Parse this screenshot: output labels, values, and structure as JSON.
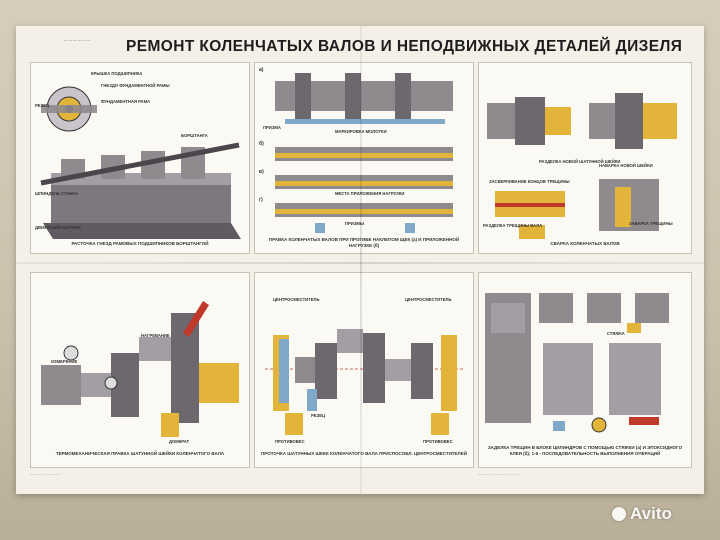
{
  "poster": {
    "title": "РЕМОНТ КОЛЕНЧАТЫХ ВАЛОВ И НЕПОДВИЖНЫХ ДЕТАЛЕЙ ДИЗЕЛЯ",
    "markers": {
      "a": "а)",
      "b": "б)",
      "v": "в)",
      "g": "г)"
    }
  },
  "panels": {
    "p1": {
      "caption": "РАСТОЧКА ГНЕЗД РАМОВЫХ ПОДШИПНИКОВ БОРШТАНГОЙ",
      "labels": [
        "КРЫШКА ПОДШИПНИКА",
        "ГНЕЗДО ФУНДАМЕНТНОЙ РАМЫ",
        "ФУНДАМЕНТНАЯ РАМА",
        "РЕЗЕЦ",
        "БОРШТАНГА",
        "ШПИНДЕЛЬ СТАНКА",
        "ДВИЖУЩИЙ ШАРНИР"
      ]
    },
    "p2": {
      "caption": "ПРАВКА КОЛЕНЧАТЫХ ВАЛОВ ПРИ ПРОГИБЕ НАКЛЕПОМ ЩЕК (а) И ПРИЛОЖЕННОЙ НАГРУЗКЕ (б)",
      "labels": [
        "ПРИЗМА",
        "МАРКИРОВКА МОЛОТКИ",
        "МЕСТА ПРИЛОЖЕНИЯ НАГРУЗКИ",
        "ПРИЗМЫ"
      ]
    },
    "p3": {
      "caption": "СВАРКА КОЛЕНЧАТЫХ ВАЛОВ",
      "labels": [
        "РАЗДЕЛКА НОВОЙ ШАТУННОЙ ШЕЙКИ",
        "ЗАСВЕРЛИВАНИЕ КОНЦОВ ТРЕЩИНЫ",
        "НАВАРКА НОВОЙ ШЕЙКИ",
        "ЗАВАРКА ТРЕЩИНЫ",
        "РАЗДЕЛКА ТРЕЩИНЫ ВАЛА"
      ]
    },
    "p4": {
      "caption": "ТЕРМОМЕХАНИЧЕСКАЯ ПРАВКА ШАТУННОЙ ШЕЙКИ КОЛЕНЧАТОГО ВАЛА",
      "labels": [
        "НАГРЕВАНИЕ",
        "ИЗМЕРЕНИЕ",
        "ДОМКРАТ"
      ]
    },
    "p5": {
      "caption": "ПРОТОЧКА ШАТУННЫХ ШЕЕК КОЛЕНЧАТОГО ВАЛА ПРИСПОСОБЛ. ЦЕНТРОСМЕСТИТЕЛЕЙ",
      "labels": [
        "ЦЕНТРОСМЕСТИТЕЛЬ",
        "ЦЕНТРОСМЕСТИТЕЛЬ",
        "РЕЗЕЦ",
        "ПРОТИВОВЕС",
        "ПРОТИВОВЕС"
      ]
    },
    "p6": {
      "caption": "ЗАДЕЛКА ТРЕЩИН В БЛОКЕ ЦИЛИНДРОВ С ПОМОЩЬЮ СТЯЖКИ (а) И ЭПОКСИДНОГО КЛЕЯ (б); 1-6 - ПОСЛЕДОВАТЕЛЬНОСТЬ ВЫПОЛНЕНИЯ ОПЕРАЦИЙ",
      "labels": [
        "СТЯЖКА"
      ]
    }
  },
  "watermark": "Avito",
  "colors": {
    "steel": "#8e8a8e",
    "steel_dark": "#5f5b60",
    "yellow": "#e3b43a",
    "blue": "#7fa8c9",
    "red": "#c0392b",
    "paper": "#f4f0e8"
  }
}
